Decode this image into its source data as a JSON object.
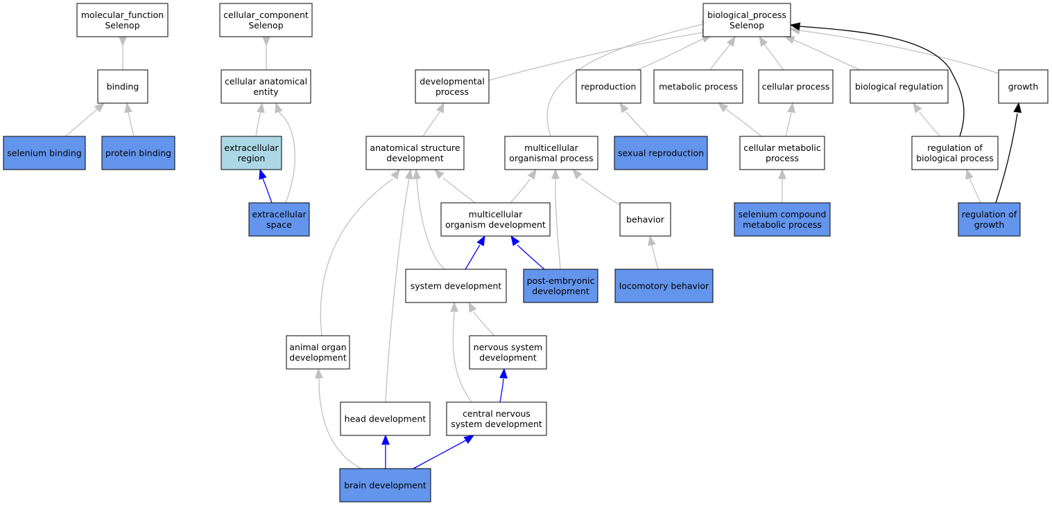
{
  "colors": {
    "direct": "#6495ed",
    "ancestor_highlight": "#add8e6",
    "plain": "#ffffff",
    "is_a_edge": "#c0c0c0",
    "part_of_edge": "#0000ff",
    "regulates_edge": "#000000"
  },
  "nodes": [
    {
      "id": "mf",
      "lines": [
        "molecular_function",
        "Selenop"
      ],
      "fill": "plain"
    },
    {
      "id": "cc",
      "lines": [
        "cellular_component",
        "Selenop"
      ],
      "fill": "plain"
    },
    {
      "id": "bp",
      "lines": [
        "biological_process",
        "Selenop"
      ],
      "fill": "plain"
    },
    {
      "id": "binding",
      "lines": [
        "binding"
      ],
      "fill": "plain"
    },
    {
      "id": "cae",
      "lines": [
        "cellular anatomical",
        "entity"
      ],
      "fill": "plain"
    },
    {
      "id": "devproc",
      "lines": [
        "developmental",
        "process"
      ],
      "fill": "plain"
    },
    {
      "id": "repro",
      "lines": [
        "reproduction"
      ],
      "fill": "plain"
    },
    {
      "id": "metab",
      "lines": [
        "metabolic process"
      ],
      "fill": "plain"
    },
    {
      "id": "cellproc",
      "lines": [
        "cellular process"
      ],
      "fill": "plain"
    },
    {
      "id": "bioreg",
      "lines": [
        "biological regulation"
      ],
      "fill": "plain"
    },
    {
      "id": "growth",
      "lines": [
        "growth"
      ],
      "fill": "plain"
    },
    {
      "id": "selbind",
      "lines": [
        "selenium binding"
      ],
      "fill": "direct"
    },
    {
      "id": "protbind",
      "lines": [
        "protein binding"
      ],
      "fill": "direct"
    },
    {
      "id": "ecregion",
      "lines": [
        "extracellular",
        "region"
      ],
      "fill": "ancestor_highlight"
    },
    {
      "id": "asd",
      "lines": [
        "anatomical structure",
        "development"
      ],
      "fill": "plain"
    },
    {
      "id": "mop",
      "lines": [
        "multicellular",
        "organismal process"
      ],
      "fill": "plain"
    },
    {
      "id": "sexrepro",
      "lines": [
        "sexual reproduction"
      ],
      "fill": "direct"
    },
    {
      "id": "cmp",
      "lines": [
        "cellular metabolic",
        "process"
      ],
      "fill": "plain"
    },
    {
      "id": "rbp",
      "lines": [
        "regulation of",
        "biological process"
      ],
      "fill": "plain"
    },
    {
      "id": "ecspace",
      "lines": [
        "extracellular",
        "space"
      ],
      "fill": "direct"
    },
    {
      "id": "mod",
      "lines": [
        "multicellular",
        "organism development"
      ],
      "fill": "plain"
    },
    {
      "id": "behavior",
      "lines": [
        "behavior"
      ],
      "fill": "plain"
    },
    {
      "id": "scmp",
      "lines": [
        "selenium compound",
        "metabolic process"
      ],
      "fill": "direct"
    },
    {
      "id": "rgrowth",
      "lines": [
        "regulation of",
        "growth"
      ],
      "fill": "direct"
    },
    {
      "id": "sysdev",
      "lines": [
        "system development"
      ],
      "fill": "plain"
    },
    {
      "id": "ped",
      "lines": [
        "post-embryonic",
        "development"
      ],
      "fill": "direct"
    },
    {
      "id": "locob",
      "lines": [
        "locomotory behavior"
      ],
      "fill": "direct"
    },
    {
      "id": "aod",
      "lines": [
        "animal organ",
        "development"
      ],
      "fill": "plain"
    },
    {
      "id": "nsd",
      "lines": [
        "nervous system",
        "development"
      ],
      "fill": "plain"
    },
    {
      "id": "headdev",
      "lines": [
        "head development"
      ],
      "fill": "plain"
    },
    {
      "id": "cnsd",
      "lines": [
        "central nervous",
        "system development"
      ],
      "fill": "plain"
    },
    {
      "id": "braindev",
      "lines": [
        "brain development"
      ],
      "fill": "direct"
    }
  ],
  "edges": [
    {
      "from": "binding",
      "to": "mf",
      "type": "is_a"
    },
    {
      "from": "selbind",
      "to": "binding",
      "type": "is_a"
    },
    {
      "from": "protbind",
      "to": "binding",
      "type": "is_a"
    },
    {
      "from": "cae",
      "to": "cc",
      "type": "is_a"
    },
    {
      "from": "ecregion",
      "to": "cae",
      "type": "is_a"
    },
    {
      "from": "ecspace",
      "to": "cae",
      "type": "is_a"
    },
    {
      "from": "ecspace",
      "to": "ecregion",
      "type": "part_of"
    },
    {
      "from": "devproc",
      "to": "bp",
      "type": "is_a"
    },
    {
      "from": "mop",
      "to": "bp",
      "type": "is_a"
    },
    {
      "from": "repro",
      "to": "bp",
      "type": "is_a"
    },
    {
      "from": "metab",
      "to": "bp",
      "type": "is_a"
    },
    {
      "from": "cellproc",
      "to": "bp",
      "type": "is_a"
    },
    {
      "from": "bioreg",
      "to": "bp",
      "type": "is_a"
    },
    {
      "from": "growth",
      "to": "bp",
      "type": "is_a"
    },
    {
      "from": "rbp",
      "to": "bp",
      "type": "regulates"
    },
    {
      "from": "asd",
      "to": "devproc",
      "type": "is_a"
    },
    {
      "from": "sexrepro",
      "to": "repro",
      "type": "is_a"
    },
    {
      "from": "cmp",
      "to": "metab",
      "type": "is_a"
    },
    {
      "from": "cmp",
      "to": "cellproc",
      "type": "is_a"
    },
    {
      "from": "rbp",
      "to": "bioreg",
      "type": "is_a"
    },
    {
      "from": "rgrowth",
      "to": "rbp",
      "type": "is_a"
    },
    {
      "from": "rgrowth",
      "to": "growth",
      "type": "regulates"
    },
    {
      "from": "mod",
      "to": "asd",
      "type": "is_a"
    },
    {
      "from": "mod",
      "to": "mop",
      "type": "is_a"
    },
    {
      "from": "behavior",
      "to": "mop",
      "type": "is_a"
    },
    {
      "from": "ped",
      "to": "mop",
      "type": "is_a"
    },
    {
      "from": "scmp",
      "to": "cmp",
      "type": "is_a"
    },
    {
      "from": "sysdev",
      "to": "asd",
      "type": "is_a"
    },
    {
      "from": "sysdev",
      "to": "mod",
      "type": "part_of"
    },
    {
      "from": "ped",
      "to": "mod",
      "type": "part_of"
    },
    {
      "from": "locob",
      "to": "behavior",
      "type": "is_a"
    },
    {
      "from": "aod",
      "to": "asd",
      "type": "is_a"
    },
    {
      "from": "headdev",
      "to": "asd",
      "type": "is_a"
    },
    {
      "from": "nsd",
      "to": "sysdev",
      "type": "is_a"
    },
    {
      "from": "cnsd",
      "to": "sysdev",
      "type": "is_a"
    },
    {
      "from": "cnsd",
      "to": "nsd",
      "type": "part_of"
    },
    {
      "from": "braindev",
      "to": "aod",
      "type": "is_a"
    },
    {
      "from": "braindev",
      "to": "headdev",
      "type": "part_of"
    },
    {
      "from": "braindev",
      "to": "cnsd",
      "type": "part_of"
    }
  ]
}
